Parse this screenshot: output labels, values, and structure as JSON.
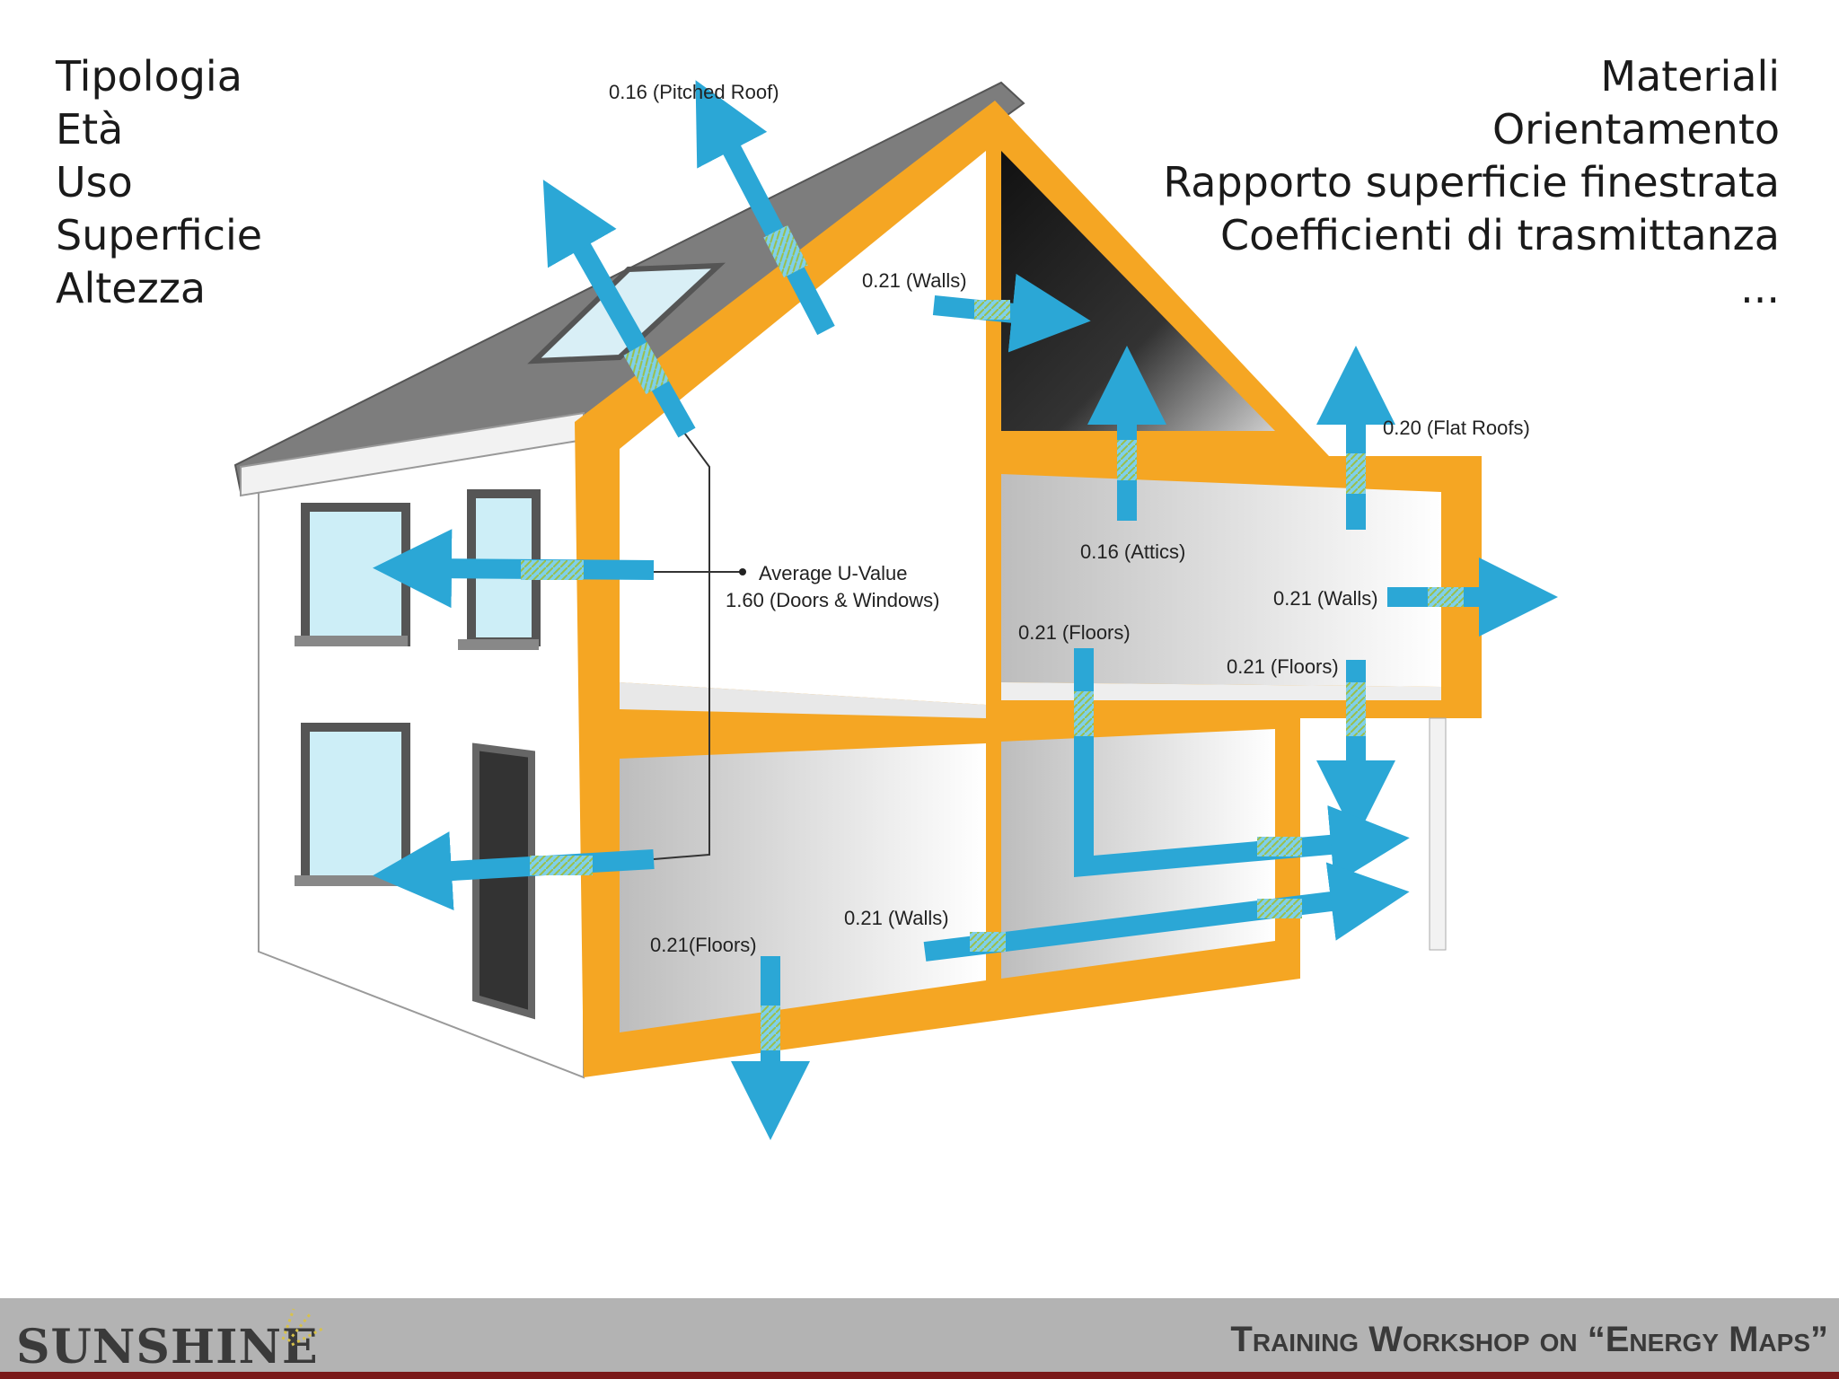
{
  "left_list": [
    "Tipologia",
    "Età",
    "Uso",
    "Superficie",
    "Altezza"
  ],
  "right_list": [
    "Materiali",
    "Orientamento",
    "Rapporto superficie finestrata",
    "Coefficienti di trasmittanza",
    "..."
  ],
  "diagram_labels": {
    "pitched_roof": "0.16 (Pitched Roof)",
    "walls_upper": "0.21 (Walls)",
    "flat_roofs": "0.20 (Flat Roofs)",
    "attics": "0.16 (Attics)",
    "avg_uvalue_1": "Average U-Value",
    "avg_uvalue_2": "1.60 (Doors & Windows)",
    "walls_right": "0.21 (Walls)",
    "floors_mid": "0.21 (Floors)",
    "floors_right": "0.21 (Floors)",
    "walls_lower": "0.21 (Walls)",
    "floors_ground": "0.21(Floors)"
  },
  "footer": {
    "logo": "SUNSHINE",
    "title": "Training Workshop on “Energy Maps”"
  },
  "colors": {
    "orange": "#f5a623",
    "arrow_blue": "#2ba7d6",
    "roof_gray": "#7d7d7d",
    "footer_gray": "#b3b3b3",
    "footer_line": "#7a1a1a"
  }
}
